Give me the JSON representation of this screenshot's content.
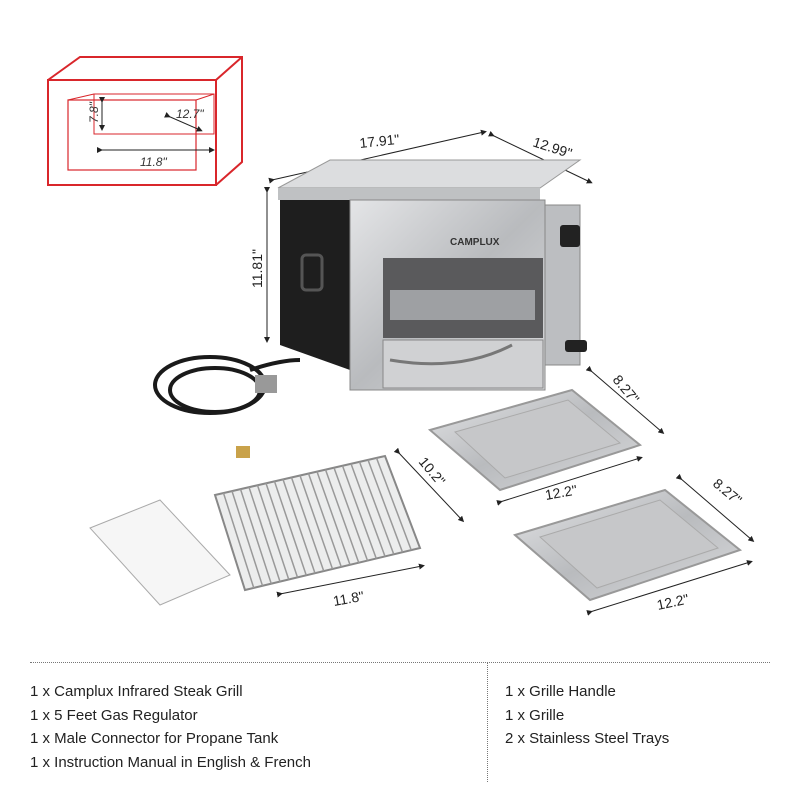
{
  "dimensions": {
    "inner_box": {
      "height": "7.8\"",
      "depth": "12.7\"",
      "width": "11.8\""
    },
    "grill": {
      "width": "17.91\"",
      "depth": "12.99\"",
      "height": "11.81\""
    },
    "tray_top": {
      "depth": "8.27\"",
      "width": "12.2\""
    },
    "tray_bottom": {
      "depth": "8.27\"",
      "width": "12.2\""
    },
    "grille": {
      "depth": "10.2\"",
      "width": "11.8\""
    }
  },
  "brand_logo": "CAMPLUX",
  "colors": {
    "diagram_red": "#d9262b",
    "steel": "#c8c9cb",
    "body_black": "#1e1e1e"
  },
  "package_contents": {
    "left": [
      "1 x Camplux Infrared Steak Grill",
      "1 x 5 Feet Gas Regulator",
      "1 x Male Connector for Propane Tank",
      "1 x Instruction Manual in English & French"
    ],
    "right": [
      "1 x Grille Handle",
      "1 x Grille",
      "2 x Stainless Steel Trays"
    ]
  }
}
